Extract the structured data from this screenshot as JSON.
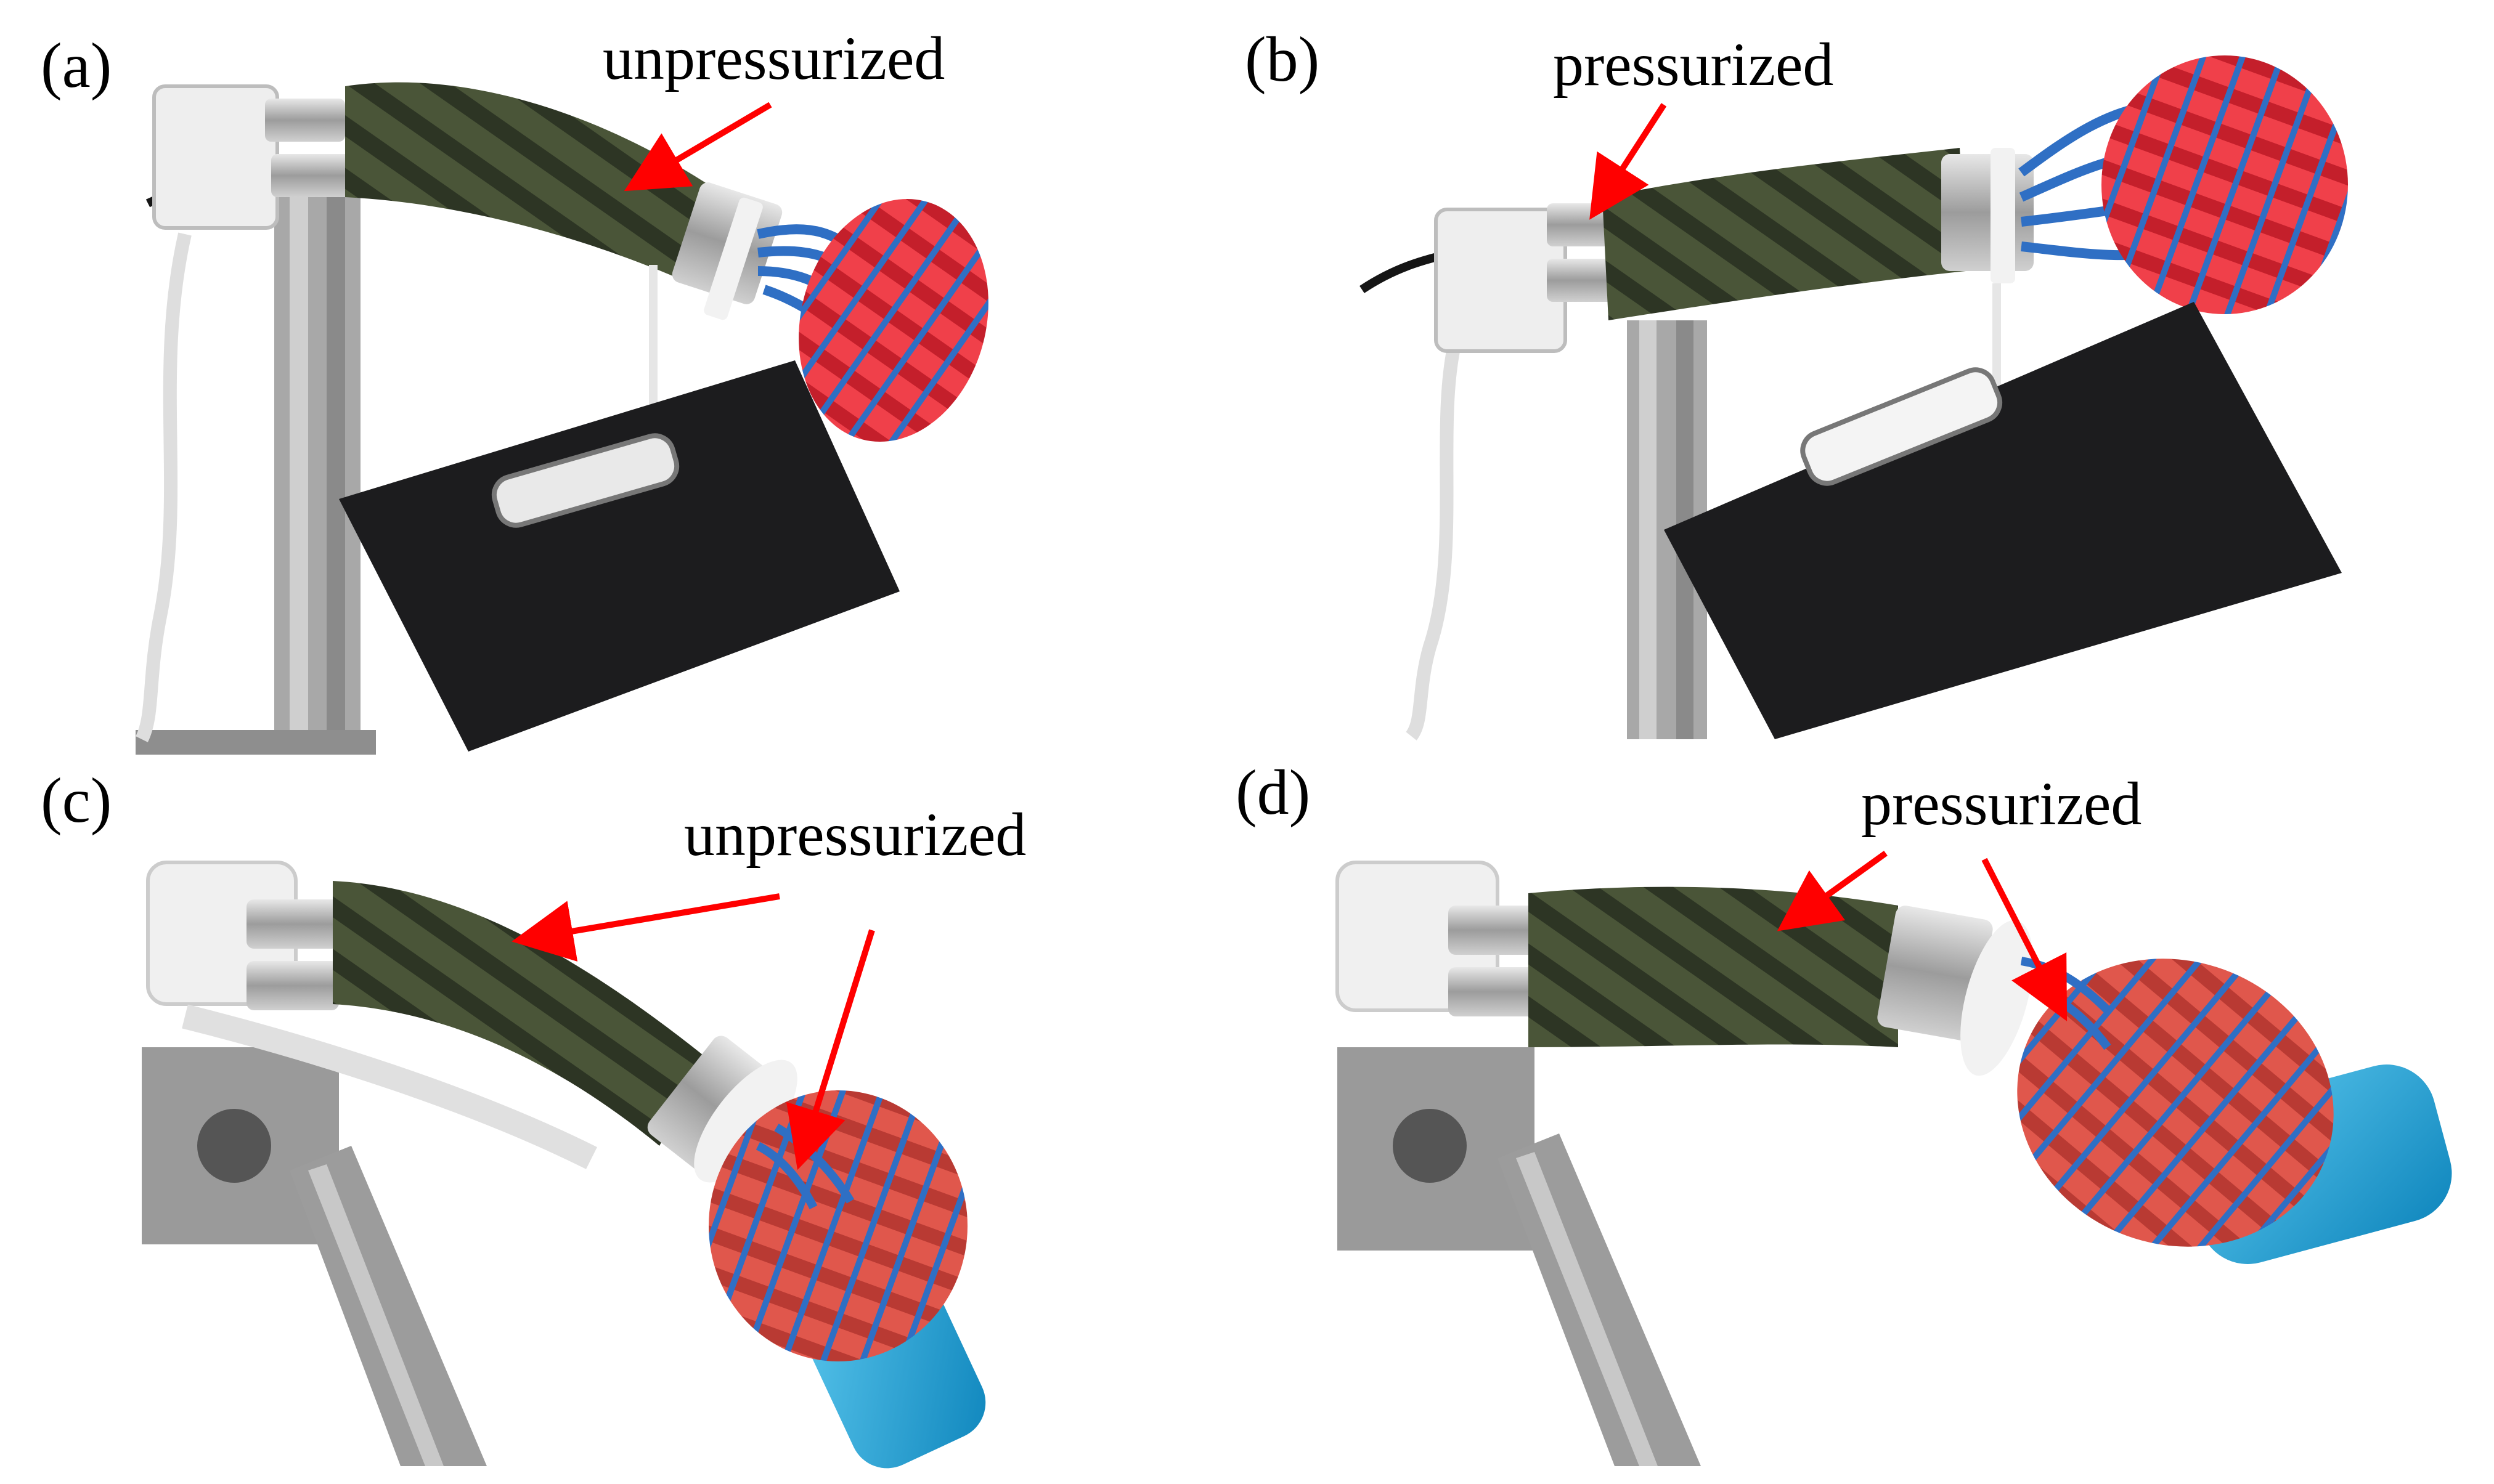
{
  "panels": [
    {
      "label": "(a)",
      "annotation": "unpressurized"
    },
    {
      "label": "(b)",
      "annotation": "pressurized"
    },
    {
      "label": "(c)",
      "annotation": "unpressurized"
    },
    {
      "label": "(d)",
      "annotation": "pressurized"
    }
  ],
  "colors": {
    "background": "#ffffff",
    "arrow": "#ff0000",
    "sleeve_red": "#e8303a",
    "sleeve_salmon": "#d9493f",
    "tube_blue": "#2f6fc4",
    "braid_olive": "#3b4530",
    "plate_black": "#1c1c1e",
    "frame_gray": "#9a9a9a",
    "bottle_blue": "#1aa3db"
  }
}
